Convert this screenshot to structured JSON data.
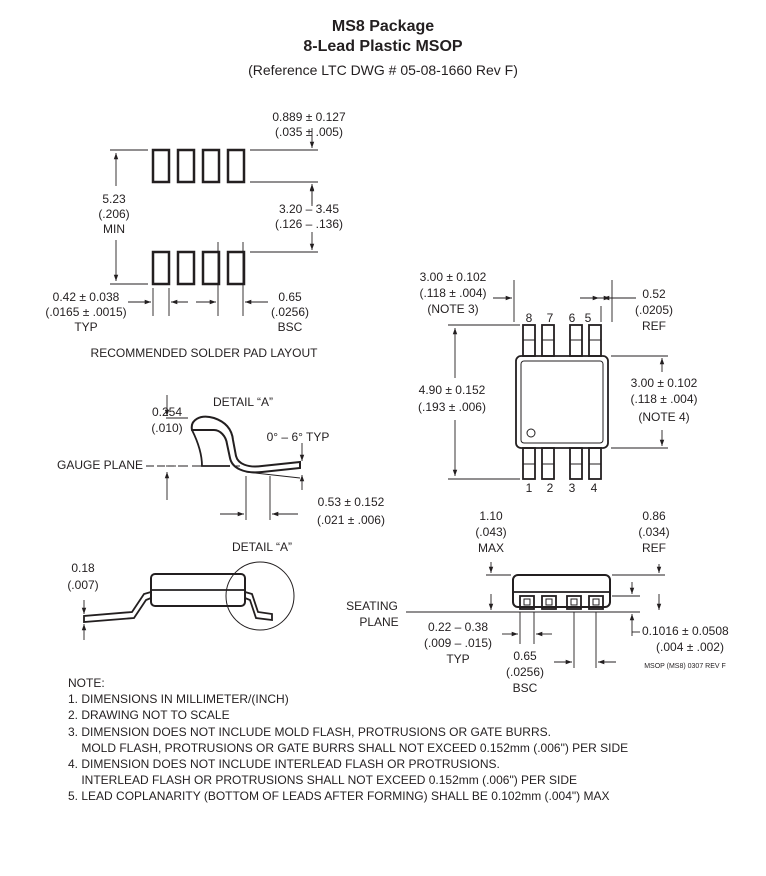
{
  "header": {
    "title": "MS8 Package",
    "subtitle": "8-Lead Plastic MSOP",
    "reference": "(Reference LTC DWG # 05-08-1660 Rev F)"
  },
  "solder_pad": {
    "pad_length": "0.889 ± 0.127",
    "pad_length_in": "(.035 ± .005)",
    "span": "5.23",
    "span_in": "(.206)",
    "span_note": "MIN",
    "gap": "3.20 – 3.45",
    "gap_in": "(.126 – .136)",
    "pad_width": "0.42 ± 0.038",
    "pad_width_in": "(.0165 ± .0015)",
    "pad_width_note": "TYP",
    "pitch": "0.65",
    "pitch_in": "(.0256)",
    "pitch_note": "BSC",
    "caption": "RECOMMENDED SOLDER PAD LAYOUT"
  },
  "top_view": {
    "width": "3.00 ± 0.102",
    "width_in": "(.118 ± .004)",
    "width_note": "(NOTE 3)",
    "lead_ref": "0.52",
    "lead_ref_in": "(.0205)",
    "lead_ref_note": "REF",
    "length": "4.90 ± 0.152",
    "length_in": "(.193 ± .006)",
    "body_width": "3.00 ± 0.102",
    "body_width_in": "(.118 ± .004)",
    "body_width_note": "(NOTE 4)",
    "top_pins": [
      "8",
      "7",
      "6",
      "5"
    ],
    "bottom_pins": [
      "1",
      "2",
      "3",
      "4"
    ]
  },
  "detail_a": {
    "label": "DETAIL “A”",
    "thickness": "0.254",
    "thickness_in": "(.010)",
    "angle": "0° – 6° TYP",
    "gauge_plane": "GAUGE PLANE",
    "foot": "0.53 ± 0.152",
    "foot_in": "(.021 ± .006)"
  },
  "side_view": {
    "detail_label": "DETAIL “A”",
    "lead_thickness": "0.18",
    "lead_thickness_in": "(.007)"
  },
  "front_view": {
    "height": "1.10",
    "height_in": "(.043)",
    "height_note": "MAX",
    "standoff_ref": "0.86",
    "standoff_ref_in": "(.034)",
    "standoff_ref_note": "REF",
    "seating_1": "SEATING",
    "seating_2": "PLANE",
    "lead_width": "0.22 – 0.38",
    "lead_width_in": "(.009 – .015)",
    "lead_width_note": "TYP",
    "pitch": "0.65",
    "pitch_in": "(.0256)",
    "pitch_note": "BSC",
    "standoff": "0.1016 ± 0.0508",
    "standoff_in": "(.004 ± .002)",
    "drawing_code": "MSOP (MS8) 0307 REV F"
  },
  "notes": {
    "heading": "NOTE:",
    "items": [
      "1. DIMENSIONS IN MILLIMETER/(INCH)",
      "2. DRAWING NOT TO SCALE",
      "3. DIMENSION DOES NOT INCLUDE MOLD FLASH, PROTRUSIONS OR GATE BURRS.",
      "    MOLD FLASH, PROTRUSIONS OR GATE BURRS SHALL NOT EXCEED 0.152mm (.006\") PER SIDE",
      "4. DIMENSION DOES NOT INCLUDE INTERLEAD FLASH OR PROTRUSIONS.",
      "    INTERLEAD FLASH OR PROTRUSIONS SHALL NOT EXCEED 0.152mm (.006\") PER SIDE",
      "5. LEAD COPLANARITY (BOTTOM OF LEADS AFTER FORMING) SHALL BE 0.102mm (.004\") MAX"
    ]
  }
}
